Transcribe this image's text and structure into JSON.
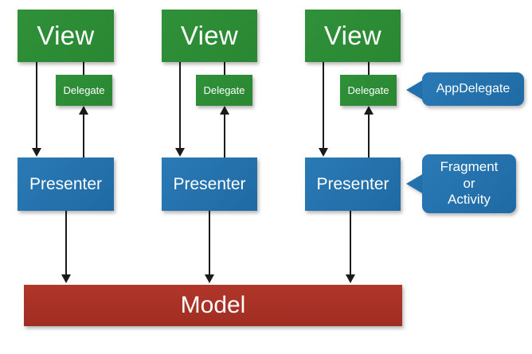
{
  "diagram": {
    "title": "MVP architecture diagram",
    "background_color": "#ffffff",
    "colors": {
      "view": "#2a8b35",
      "delegate": "#2a8b35",
      "presenter": "#2271ad",
      "model": "#a93226",
      "callout": "#2271ad",
      "connector": "#1a1a1a",
      "text": "#ffffff"
    },
    "columns": [
      {
        "view_label": "View",
        "delegate_label": "Delegate",
        "presenter_label": "Presenter"
      },
      {
        "view_label": "View",
        "delegate_label": "Delegate",
        "presenter_label": "Presenter"
      },
      {
        "view_label": "View",
        "delegate_label": "Delegate",
        "presenter_label": "Presenter"
      }
    ],
    "model_label": "Model",
    "callouts": [
      {
        "name": "appdelegate-callout",
        "lines": [
          "AppDelegate"
        ],
        "points_at": "Delegate"
      },
      {
        "name": "fragment-activity-callout",
        "lines": [
          "Fragment",
          "or",
          "Activity"
        ],
        "points_at": "Presenter"
      }
    ]
  }
}
